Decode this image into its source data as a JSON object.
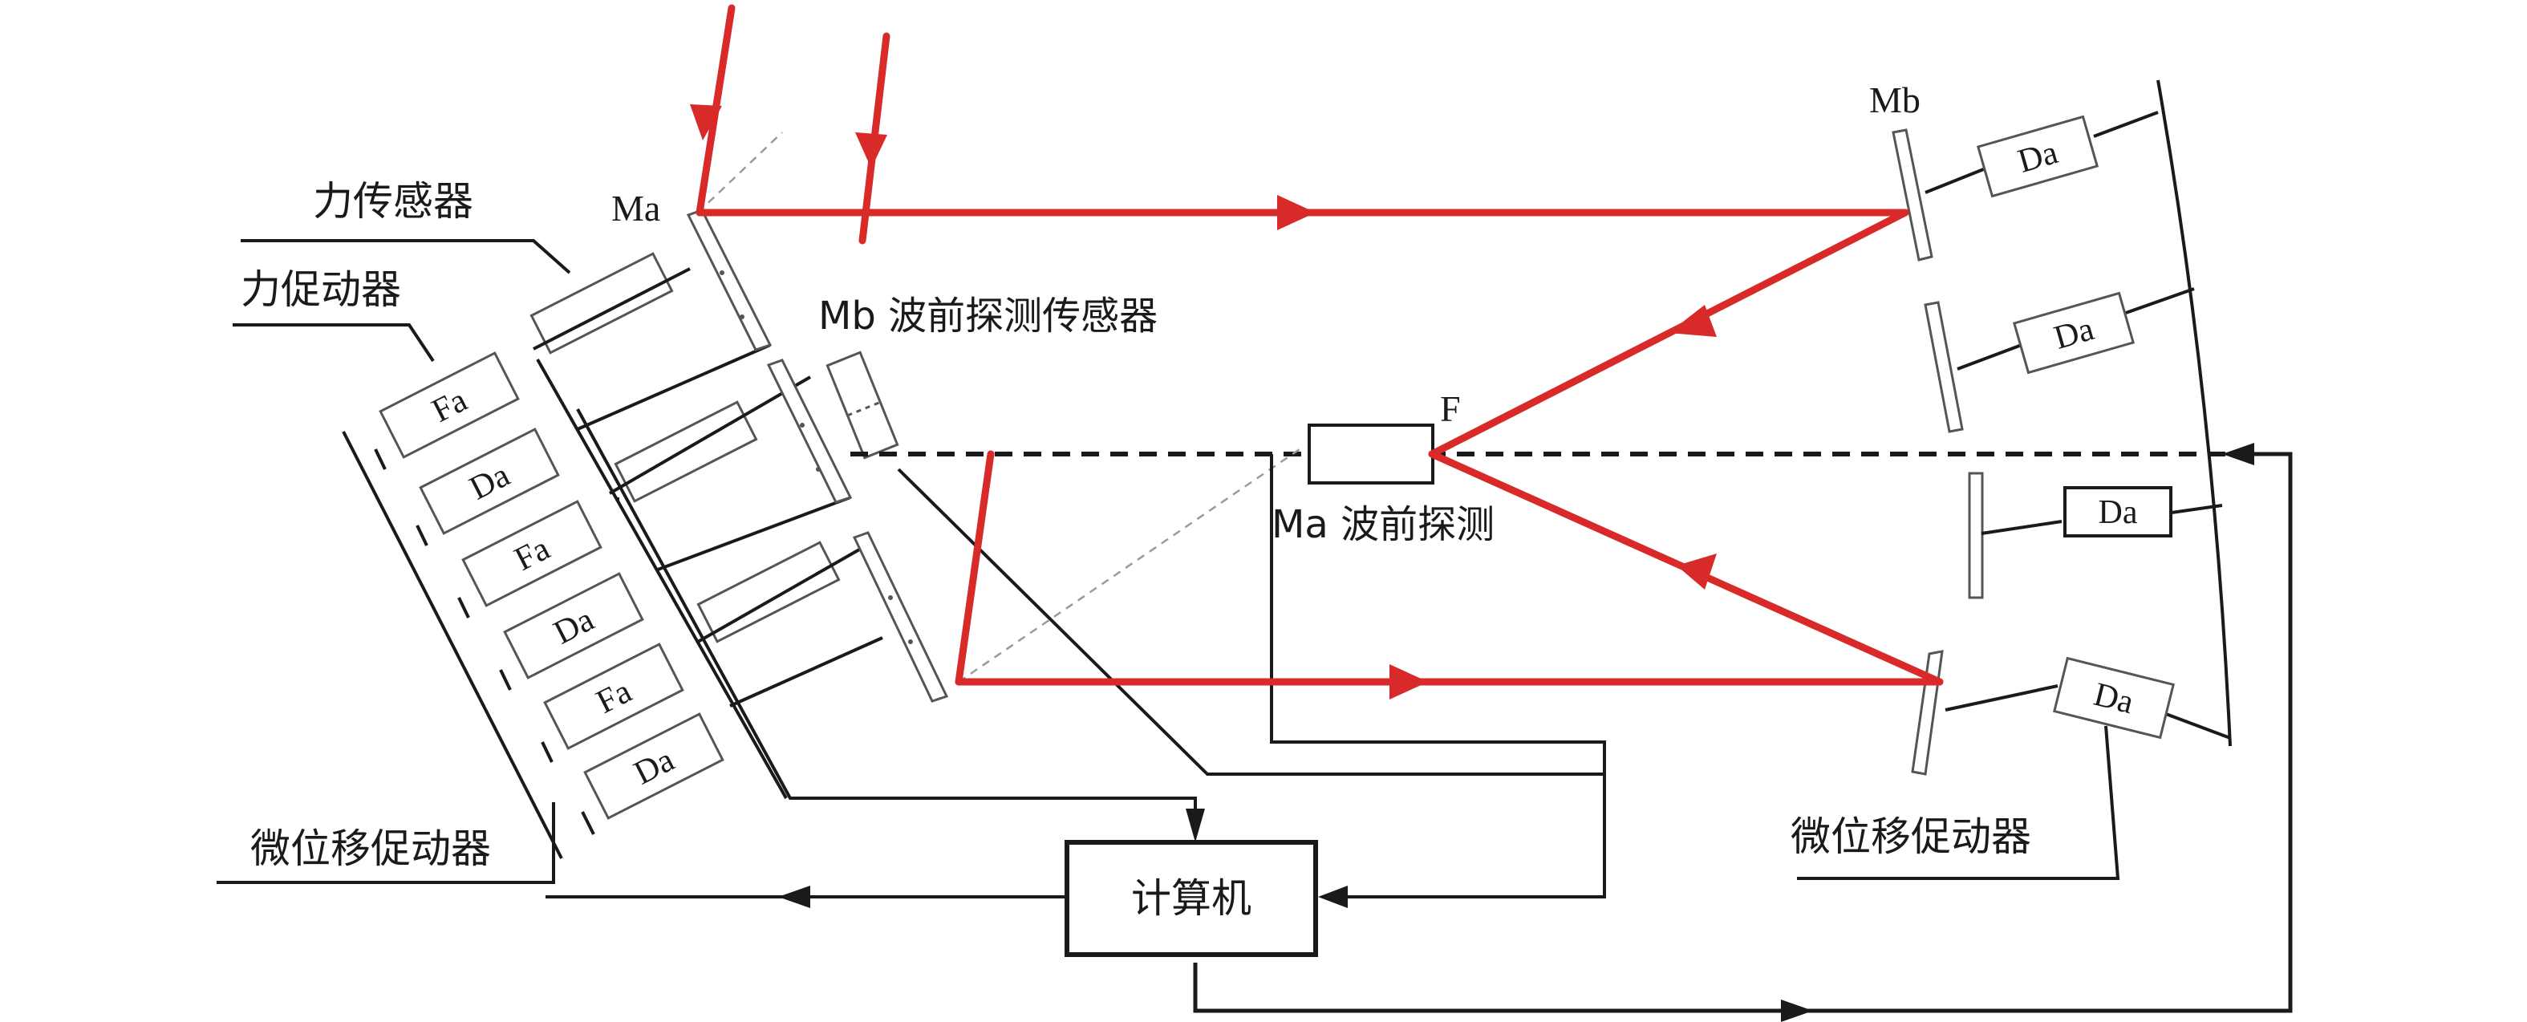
{
  "labels": {
    "force_sensor": "力传感器",
    "force_actuator": "力促动器",
    "ma": "Ma",
    "mb_top": "Mb",
    "mb_wavefront_sensor": "Mb 波前探测传感器",
    "focus": "F",
    "ma_wavefront": "Ma 波前探测",
    "micro_actuator_left": "微位移促动器",
    "micro_actuator_right": "微位移促动器",
    "computer": "计算机"
  },
  "actuator_stack": [
    "Fa",
    "Da",
    "Fa",
    "Da",
    "Fa",
    "Da"
  ],
  "right_actuators": [
    "Da",
    "Da",
    "Da",
    "Da"
  ],
  "colors": {
    "beam": "#d92a2a",
    "line": "#1a1a1a",
    "box_stroke": "#555555",
    "dashed_guide": "#9a9a9a"
  }
}
